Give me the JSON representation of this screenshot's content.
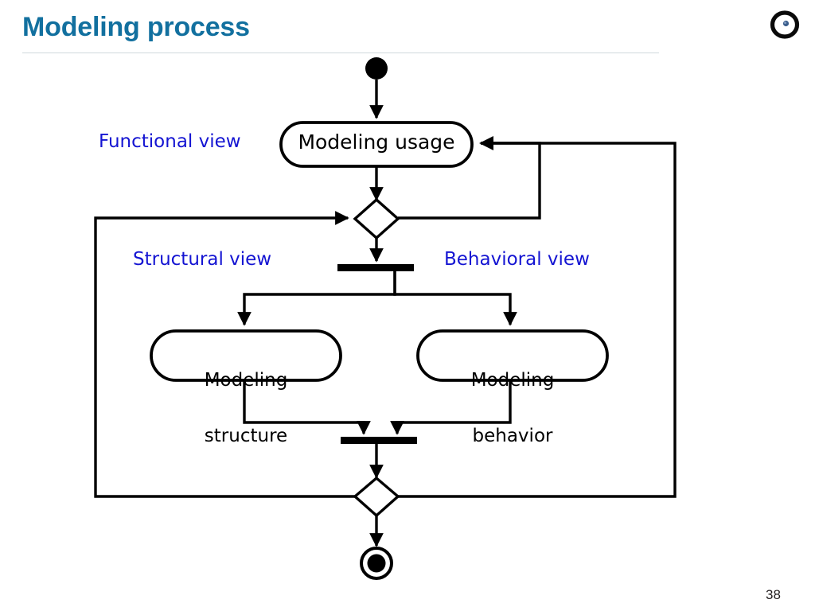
{
  "slide": {
    "title": "Modeling process",
    "page_number": "38",
    "logo_icon": "eye-logo-icon",
    "title_color": "#12709F",
    "annotation_color": "#1414D2",
    "stroke_color": "#000000",
    "background_color": "#FFFFFF"
  },
  "diagram": {
    "type": "uml-activity-diagram",
    "nodes": [
      {
        "id": "start",
        "kind": "initial-node",
        "label": ""
      },
      {
        "id": "modeling-usage",
        "kind": "activity",
        "label": "Modeling usage"
      },
      {
        "id": "decision-top",
        "kind": "decision",
        "label": ""
      },
      {
        "id": "fork",
        "kind": "fork-bar",
        "label": ""
      },
      {
        "id": "modeling-structure",
        "kind": "activity",
        "label": "Modeling\nstructure",
        "line1": "Modeling",
        "line2": "structure"
      },
      {
        "id": "modeling-behavior",
        "kind": "activity",
        "label": "Modeling\nbehavior",
        "line1": "Modeling",
        "line2": "behavior"
      },
      {
        "id": "join",
        "kind": "join-bar",
        "label": ""
      },
      {
        "id": "decision-bottom",
        "kind": "merge",
        "label": ""
      },
      {
        "id": "end",
        "kind": "final-node",
        "label": ""
      }
    ],
    "annotations": [
      {
        "id": "functional-view",
        "label": "Functional view"
      },
      {
        "id": "structural-view",
        "label": "Structural view"
      },
      {
        "id": "behavioral-view",
        "label": "Behavioral view"
      }
    ],
    "edges": [
      {
        "from": "start",
        "to": "modeling-usage"
      },
      {
        "from": "modeling-usage",
        "to": "decision-top"
      },
      {
        "from": "decision-top",
        "to": "fork"
      },
      {
        "from": "decision-top",
        "to": "modeling-usage",
        "style": "feedback-inner-right"
      },
      {
        "from": "fork",
        "to": "modeling-structure"
      },
      {
        "from": "fork",
        "to": "modeling-behavior"
      },
      {
        "from": "modeling-structure",
        "to": "join"
      },
      {
        "from": "modeling-behavior",
        "to": "join"
      },
      {
        "from": "join",
        "to": "decision-bottom"
      },
      {
        "from": "decision-bottom",
        "to": "end"
      },
      {
        "from": "decision-bottom",
        "to": "decision-top",
        "style": "feedback-left"
      },
      {
        "from": "decision-bottom",
        "to": "modeling-usage",
        "style": "feedback-outer-right"
      }
    ]
  }
}
